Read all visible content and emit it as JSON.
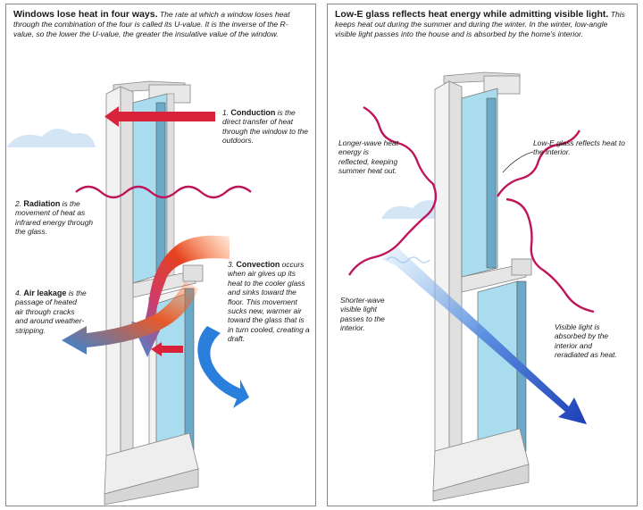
{
  "left": {
    "title": "Windows lose heat in four ways.",
    "intro": "The rate at which a window loses heat through the combination of the four is called its U-value. It is the inverse of the R-value, so the lower the U-value, the greater the insulative value of the window.",
    "labels": {
      "conduction": {
        "num": "1.",
        "term": "Conduction",
        "text": "is the direct transfer of heat through the window to the outdoors."
      },
      "radiation": {
        "num": "2.",
        "term": "Radiation",
        "text": "is the movement of heat as infrared energy through the glass."
      },
      "convection": {
        "num": "3.",
        "term": "Convection",
        "text": "occurs when air gives up its heat to the cooler glass and sinks toward the floor. This movement sucks new, warmer air toward the glass that is in turn cooled, creating a draft."
      },
      "air_leakage": {
        "num": "4.",
        "term": "Air leakage",
        "text": "is the passage of heated air through cracks and around weather-stripping."
      }
    }
  },
  "right": {
    "title": "Low-E glass reflects heat energy while admitting visible light.",
    "intro": "This keeps heat out during the summer and during the winter. In the winter, low-angle visible light passes into the house and is absorbed by the home's interior.",
    "labels": {
      "longer_wave": "Longer-wave heat energy is reflected, keeping summer heat out.",
      "low_e": "Low-E glass reflects heat to the interior.",
      "shorter_wave": "Shorter-wave visible light passes to the interior.",
      "visible_absorbed": "Visible light is absorbed by the interior and reradiated as heat."
    }
  },
  "colors": {
    "heat_red": "#d9233a",
    "wave_magenta": "#c0145a",
    "cool_blue": "#1f6fd1",
    "light_blue": "#2a55c8",
    "glass": "#a9dcee",
    "frame": "#ececec"
  }
}
